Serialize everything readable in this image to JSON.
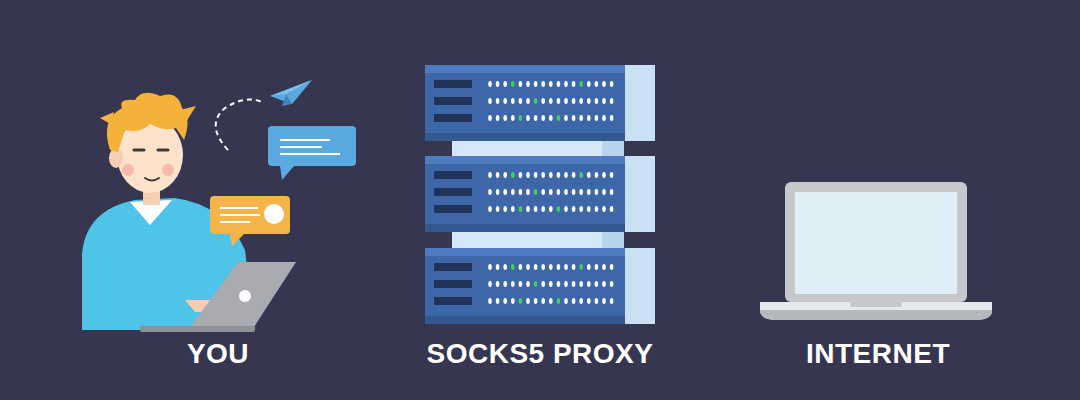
{
  "diagram": {
    "labels": [
      "YOU",
      "SOCKS5 PROXY",
      "INTERNET"
    ]
  }
}
